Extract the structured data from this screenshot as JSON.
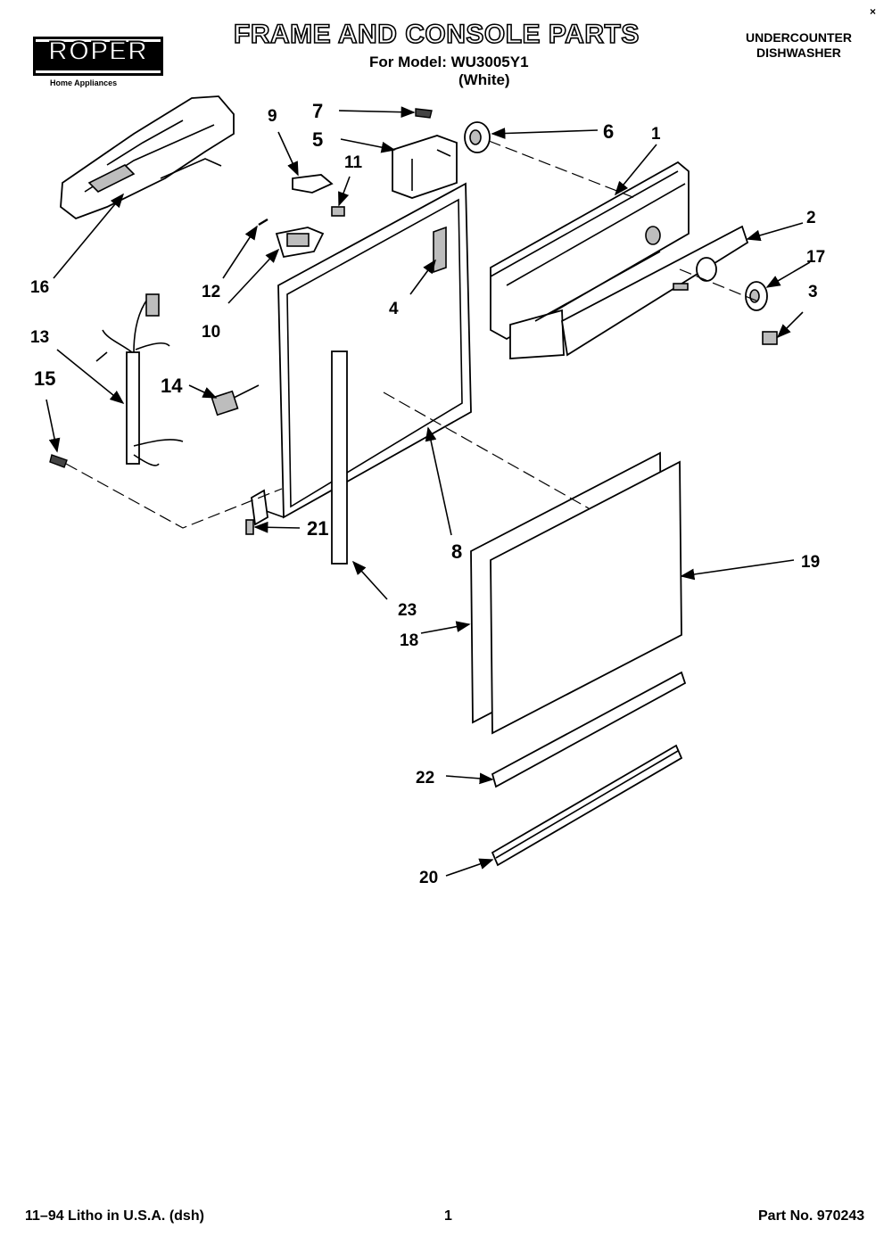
{
  "brand": {
    "name": "ROPER",
    "tagline": "Home Appliances"
  },
  "header": {
    "title": "FRAME AND CONSOLE PARTS",
    "model_line": "For Model: WU3005Y1",
    "color_line": "(White)",
    "product_line1": "UNDERCOUNTER",
    "product_line2": "DISHWASHER",
    "corner_mark": "×"
  },
  "callouts": [
    "1",
    "2",
    "3",
    "4",
    "5",
    "6",
    "7",
    "8",
    "9",
    "10",
    "11",
    "12",
    "13",
    "14",
    "15",
    "16",
    "17",
    "18",
    "19",
    "20",
    "21",
    "22",
    "23"
  ],
  "footer": {
    "print_info": "11–94 Litho in U.S.A. (dsh)",
    "page_number": "1",
    "part_number": "Part No. 970243"
  }
}
